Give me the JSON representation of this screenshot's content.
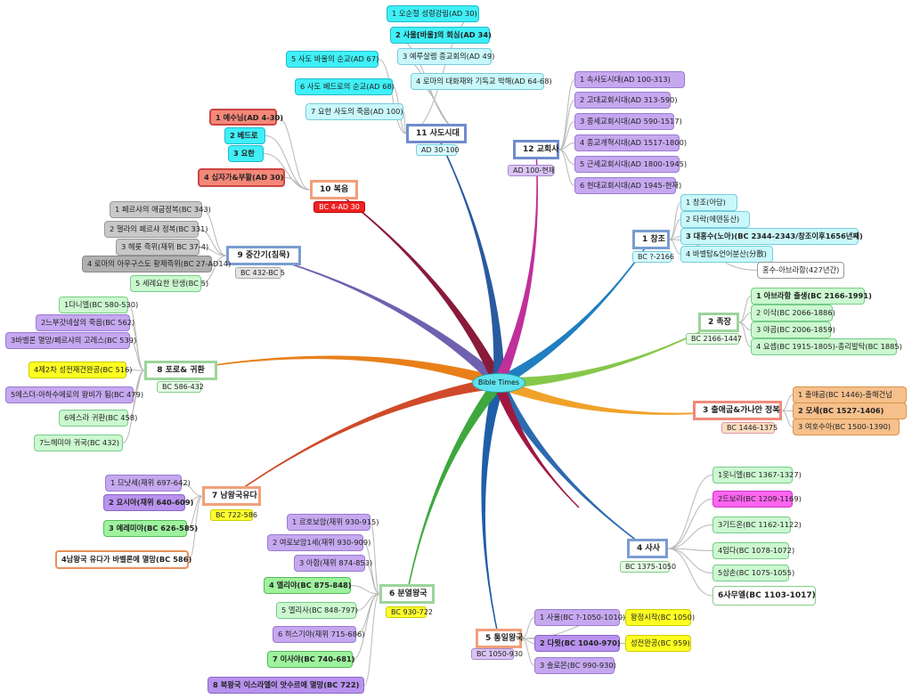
{
  "center": "Bible Times",
  "topics": {
    "t1": {
      "label": "1 창조",
      "range": "BC ?-2166",
      "color": "#1f7fc0"
    },
    "t2": {
      "label": "2 족장",
      "range": "BC 2166-1447",
      "color": "#86c84a"
    },
    "t3": {
      "label": "3 출애굽&가나안 정복",
      "range": "BC 1446-1375",
      "color": "#f0a22a"
    },
    "t4": {
      "label": "4 사사",
      "range": "BC 1375-1050",
      "color": "#2d6bb0"
    },
    "t5": {
      "label": "5 통일왕국",
      "range": "BC 1050-930",
      "color": "#1f5fa8"
    },
    "t6": {
      "label": "6 분열왕국",
      "range": "BC 930-722",
      "color": "#3ea83e"
    },
    "t7": {
      "label": "7 남왕국유다",
      "range": "BC 722-586",
      "color": "#d04a2a"
    },
    "t8": {
      "label": "8 포로& 귀환",
      "range": "BC 586-432",
      "color": "#e8801a"
    },
    "t9": {
      "label": "9 중간기(침묵)",
      "range": "BC 432-BC 5",
      "color": "#7060b0"
    },
    "t10": {
      "label": "10 복음",
      "range": "BC 4-AD 30",
      "color": "#8a1a3a"
    },
    "t11": {
      "label": "11 사도시대",
      "range": "AD 30-100",
      "color": "#2a5aa0"
    },
    "t12": {
      "label": "12 교회사",
      "range": "AD 100-현재",
      "color": "#c0309a"
    }
  },
  "extra_branch_colors": [
    "#a01840"
  ],
  "leaves": {
    "t1": [
      "1 창조(아담)",
      "2 타락(에덴동산)",
      "3 대홍수(노아)(BC 2344-2343/창조이후1656년째)",
      "4 바벨탑&언어분산(分散)",
      "홍수-아브라함(427년간)"
    ],
    "t2": [
      "1 아브라함 출생(BC 2166-1991)",
      "2 이삭(BC 2066-1886)",
      "3 야곱(BC 2006-1859)",
      "4 요셉(BC 1915-1805)-총리발탁(BC 1885)"
    ],
    "t3": [
      "1 출애굽(BC 1446)-출해건넘",
      "2 모세(BC 1527-1406)",
      "3 여호수아(BC 1500-1390)"
    ],
    "t4": [
      "1옷니엘(BC 1367-1327)",
      "2드보라(BC 1209-1169)",
      "3기드온(BC 1162-1122)",
      "4입다(BC 1078-1072)",
      "5삼손(BC 1075-1055)",
      "6사무엘(BC 1103-1017)"
    ],
    "t5": [
      "1 사울(BC ?-1050-1010)",
      "왕정시작(BC 1050)",
      "2 다윗(BC 1040-970)",
      "성전완공(BC 959)",
      "3 솔로몬(BC 990-930)"
    ],
    "t6": [
      "1 르호보암(재위 930-915)",
      "2 여로보암1세(재위 930-909)",
      "3 아합(재위 874-853)",
      "4 엘리야(BC 875-848)",
      "5 엘리사(BC 848-797)",
      "6 히스기야(재위 715-686)",
      "7 이사야(BC 740-681)",
      "8 북왕국 이스라엘이 앗수르에 멸망(BC 722)"
    ],
    "t7": [
      "1 므낫세(재위 697-642)",
      "2 요시아(재위 640-609)",
      "3 예레미야(BC 626-585)",
      "4남왕국 유다가 바벨론에 멸망(BC 586)"
    ],
    "t8": [
      "1다니엘(BC 580-530)",
      "2느부갓네살의 죽음(BC 562)",
      "3바벨론 멸망/페르샤의 고레스(BC 539)",
      "4제2차 성전재건완공(BC 516)",
      "5에스더-아하수에로의 왕비가 됨(BC 479)",
      "6에스라 귀환(BC 458)",
      "7느헤미야 귀국(BC 432)"
    ],
    "t9": [
      "1 페르샤의 애굽정복(BC 343)",
      "2 헬라의 페르샤 정복(BC 331)",
      "3 헤롯 즉위(재위 BC 37-4)",
      "4 로마의 아우구스도 황제즉위(BC 27-AD14)",
      "5 세례요한 탄생(BC 5)"
    ],
    "t10": [
      "1 예수님(AD 4-30)",
      "2 베드로",
      "3 요한",
      "4 십자가&부활(AD 30)"
    ],
    "t11": [
      "1 오순절 성령강림(AD 30)",
      "2 사울[바울]의 회심(AD 34)",
      "3 예루살렘 종교회의(AD 49)",
      "4 로마의 대화재와 기독교 박해(AD 64-68)",
      "5 사도 바울의 순교(AD 67)",
      "6 사도 베드로의 순교(AD 68)",
      "7 요한 사도의 죽음(AD 100)"
    ],
    "t12": [
      "1 속사도시대(AD 100-313)",
      "2 고대교회시대(AD 313-590)",
      "3 중세교회시대(AD 590-1517)",
      "4 종교개혁시대(AD 1517-1800)",
      "5 근세교회시대(AD 1800-1945)",
      "6 현대교회시대(AD 1945-현재)"
    ]
  }
}
